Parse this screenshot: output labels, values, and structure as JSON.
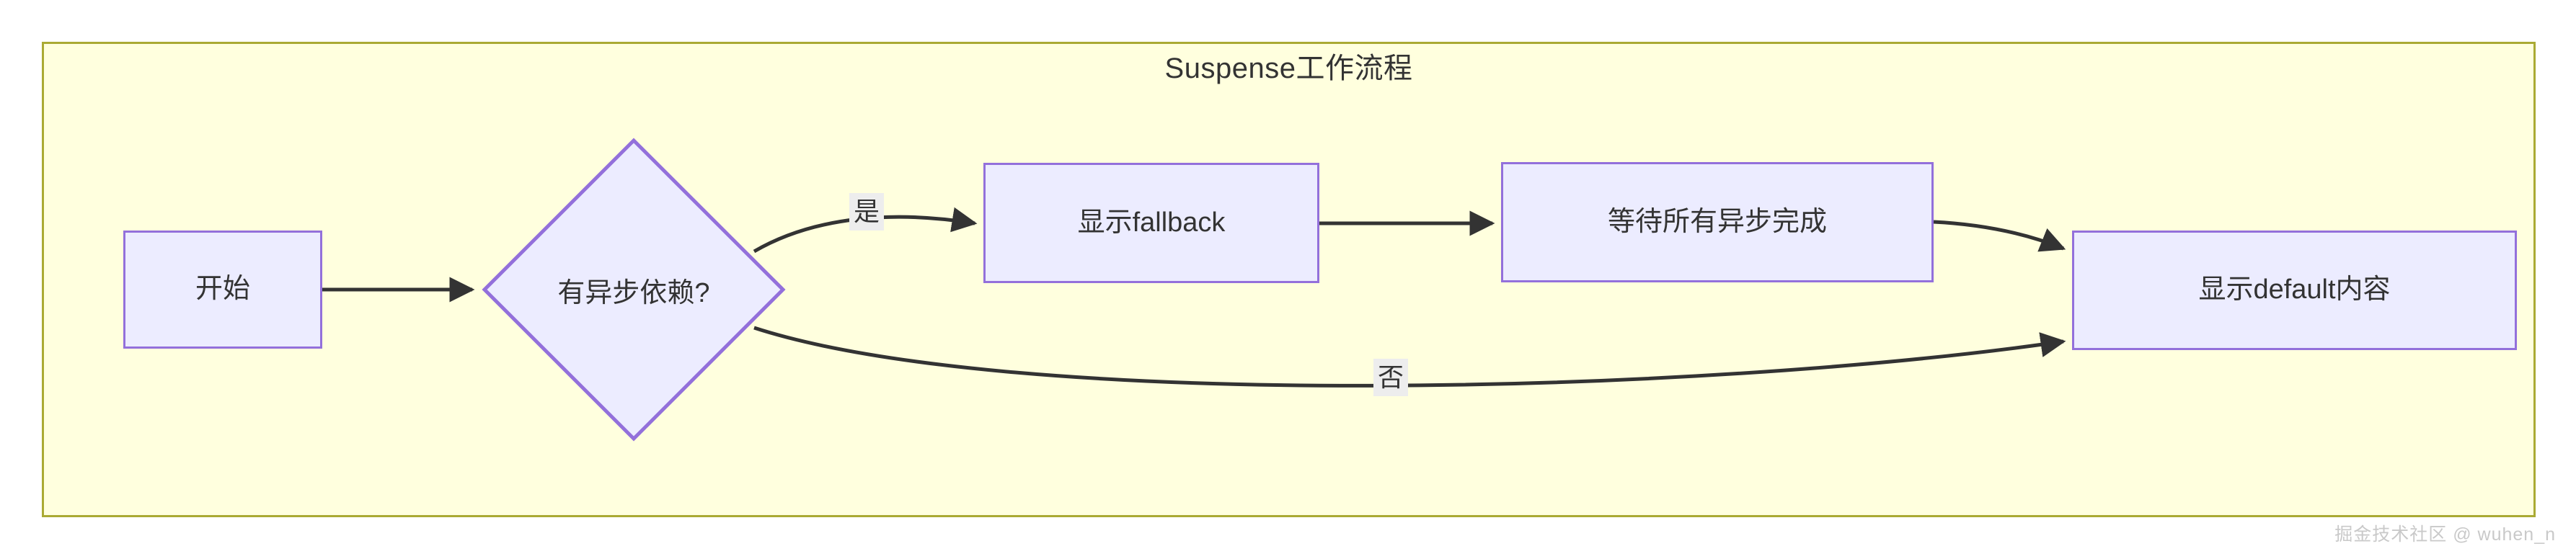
{
  "diagram": {
    "title": "Suspense工作流程",
    "colors": {
      "container_bg": "#ffffde",
      "container_border": "#aaaa33",
      "node_bg": "#ececff",
      "node_border": "#9370db",
      "edge": "#333333",
      "label_bg": "#ededed",
      "text": "#333333",
      "watermark": "#c9c9c9"
    },
    "nodes": [
      {
        "id": "start",
        "label": "开始",
        "shape": "rect"
      },
      {
        "id": "decision",
        "label": "有异步依赖?",
        "shape": "diamond"
      },
      {
        "id": "fallback",
        "label": "显示fallback",
        "shape": "rect"
      },
      {
        "id": "wait",
        "label": "等待所有异步完成",
        "shape": "rect"
      },
      {
        "id": "default",
        "label": "显示default内容",
        "shape": "rect"
      }
    ],
    "edges": [
      {
        "from": "start",
        "to": "decision",
        "label": ""
      },
      {
        "from": "decision",
        "to": "fallback",
        "label": "是"
      },
      {
        "from": "fallback",
        "to": "wait",
        "label": ""
      },
      {
        "from": "wait",
        "to": "default",
        "label": ""
      },
      {
        "from": "decision",
        "to": "default",
        "label": "否"
      }
    ],
    "edge_labels": {
      "yes": "是",
      "no": "否"
    }
  },
  "watermark": "掘金技术社区 @ wuhen_n"
}
